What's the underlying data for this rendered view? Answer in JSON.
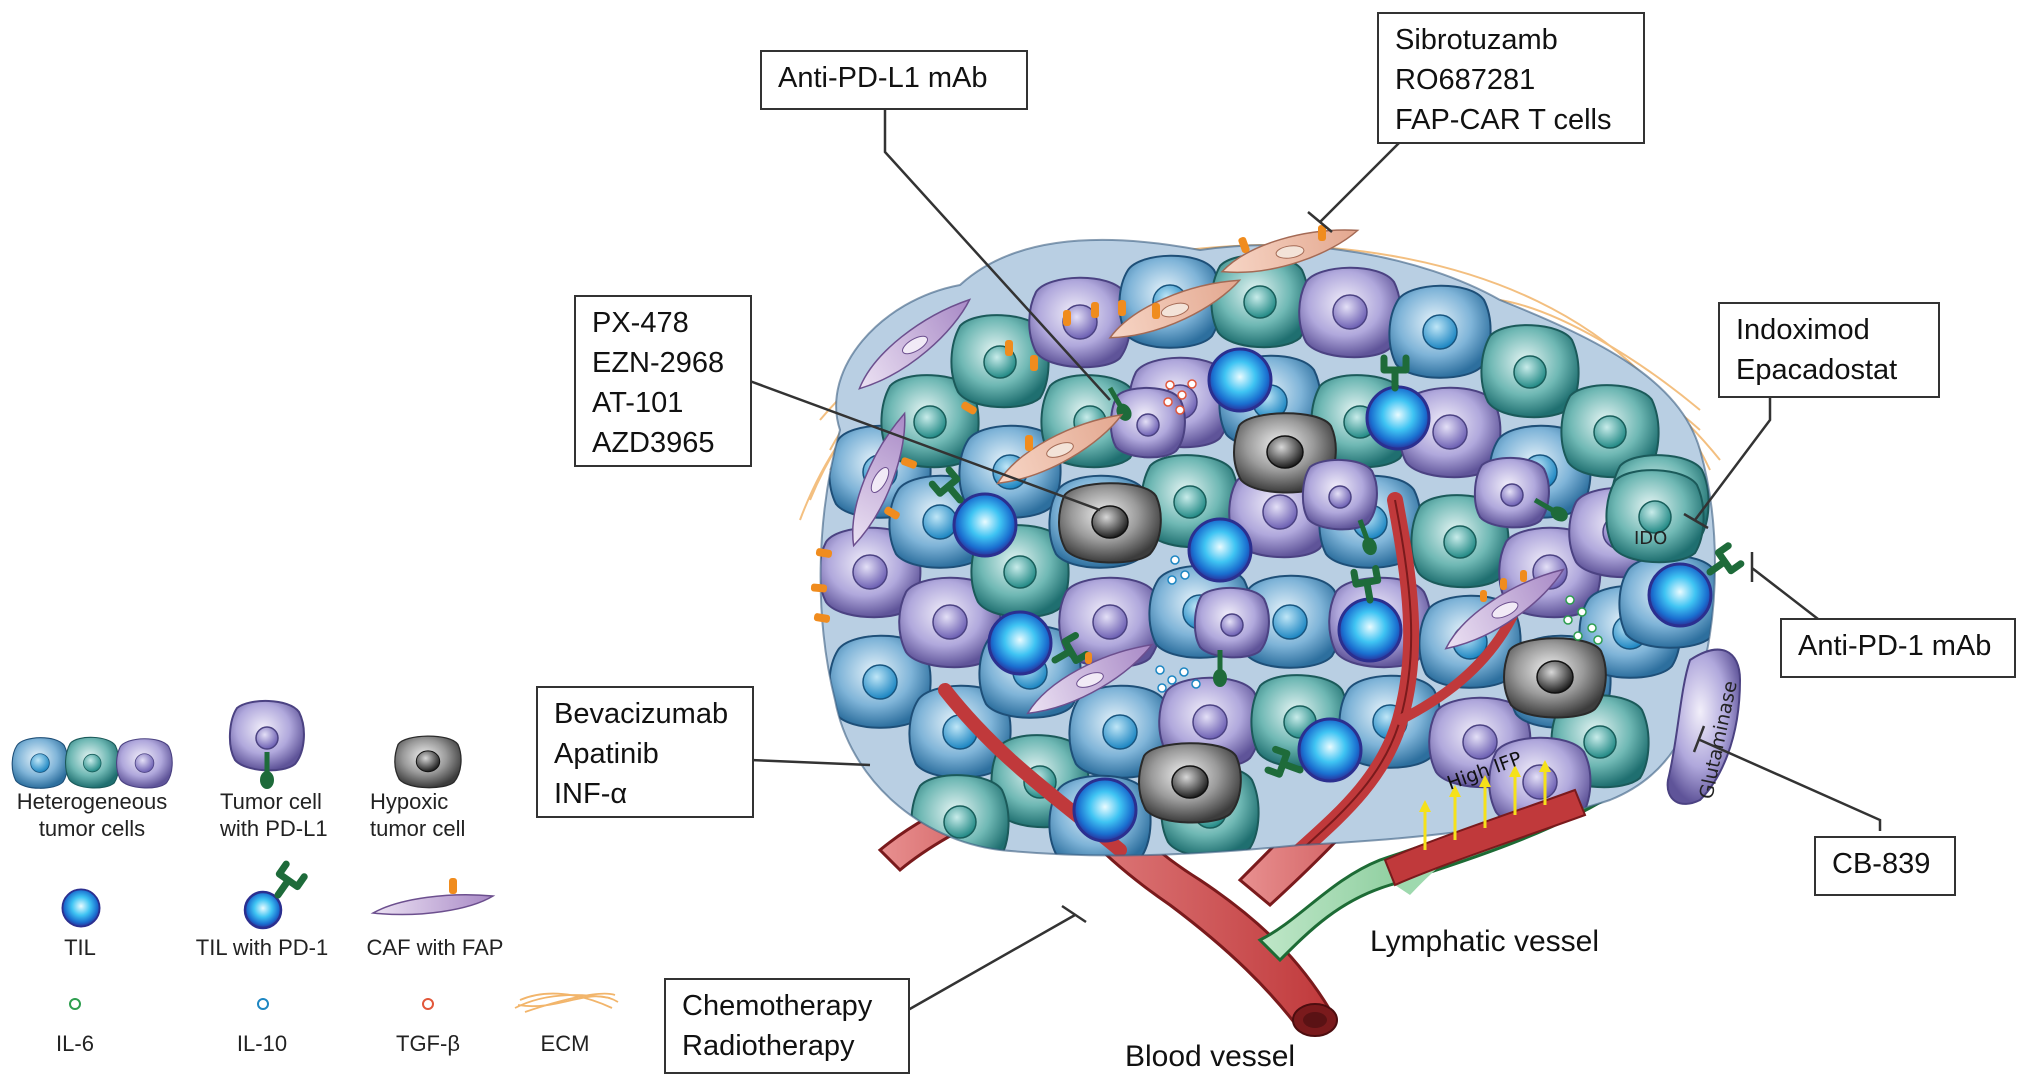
{
  "callouts": {
    "anti_pd_l1": [
      "Anti-PD-L1 mAb"
    ],
    "fap": [
      "Sibrotuzamb",
      "RO687281",
      "FAP-CAR T cells"
    ],
    "hypoxia": [
      "PX-478",
      "EZN-2968",
      "AT-101",
      "AZD3965"
    ],
    "ido": [
      "Indoximod",
      "Epacadostat"
    ],
    "anti_pd_1": [
      "Anti-PD-1 mAb"
    ],
    "angiogenesis": [
      "Bevacizumab",
      "Apatinib",
      "INF-α"
    ],
    "glutaminase": [
      "CB-839"
    ],
    "chemo": [
      "Chemotherapy",
      "Radiotherapy"
    ]
  },
  "in_figure_labels": {
    "ido": "IDO",
    "glutaminase": "Glutaminase",
    "high_ifp": "High IFP"
  },
  "vessels": {
    "lymphatic": "Lymphatic vessel",
    "blood": "Blood vessel"
  },
  "legend": {
    "heterogeneous": [
      "Heterogeneous",
      "tumor cells"
    ],
    "pd_l1_cell": [
      "Tumor cell",
      "with PD-L1"
    ],
    "hypoxic": [
      "Hypoxic",
      "tumor cell"
    ],
    "til": "TIL",
    "til_pd1": "TIL with PD-1",
    "caf": "CAF with FAP",
    "il6": "IL-6",
    "il10": "IL-10",
    "tgfb": "TGF-β",
    "ecm": "ECM"
  },
  "colors": {
    "blood": "#c0393b",
    "lymph": "#2e9e4f",
    "til": "#1aa3e8",
    "pd1": "#1e6b3a",
    "caf_marker": "#f08c1e",
    "ecm": "#f2b56b"
  }
}
